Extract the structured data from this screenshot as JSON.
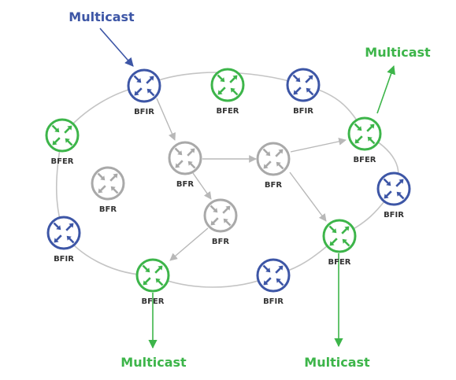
{
  "colors": {
    "bfir": "#3d56a6",
    "bfer": "#3db54a",
    "bfr": "#a9a9a9",
    "ring": "#c4c4c4",
    "arrow": "#b8b8b8"
  },
  "labels": {
    "bfir": "BFIR",
    "bfer": "BFER",
    "bfr": "BFR",
    "multicast": "Multicast"
  },
  "nodes": [
    {
      "id": "bfir-top",
      "role": "bfir",
      "icon": "router-icon"
    },
    {
      "id": "bfer-top",
      "role": "bfer",
      "icon": "router-icon"
    },
    {
      "id": "bfir-top-right",
      "role": "bfir",
      "icon": "router-icon"
    },
    {
      "id": "bfer-right-upper",
      "role": "bfer",
      "icon": "router-icon"
    },
    {
      "id": "bfir-right",
      "role": "bfir",
      "icon": "router-icon"
    },
    {
      "id": "bfer-right-lower",
      "role": "bfer",
      "icon": "router-icon"
    },
    {
      "id": "bfir-bottom",
      "role": "bfir",
      "icon": "router-icon"
    },
    {
      "id": "bfer-bottom-left",
      "role": "bfer",
      "icon": "router-icon"
    },
    {
      "id": "bfir-left",
      "role": "bfir",
      "icon": "router-icon"
    },
    {
      "id": "bfer-left",
      "role": "bfer",
      "icon": "router-icon"
    },
    {
      "id": "bfr-isolated",
      "role": "bfr",
      "icon": "router-icon"
    },
    {
      "id": "bfr-center-1",
      "role": "bfr",
      "icon": "router-icon"
    },
    {
      "id": "bfr-center-2",
      "role": "bfr",
      "icon": "router-icon"
    },
    {
      "id": "bfr-center-3",
      "role": "bfr",
      "icon": "router-icon"
    }
  ],
  "multicast": [
    {
      "id": "multicast-in",
      "color": "bfir"
    },
    {
      "id": "multicast-out-top-right",
      "color": "bfer"
    },
    {
      "id": "multicast-out-bottom-left",
      "color": "bfer"
    },
    {
      "id": "multicast-out-bottom-right",
      "color": "bfer"
    }
  ]
}
